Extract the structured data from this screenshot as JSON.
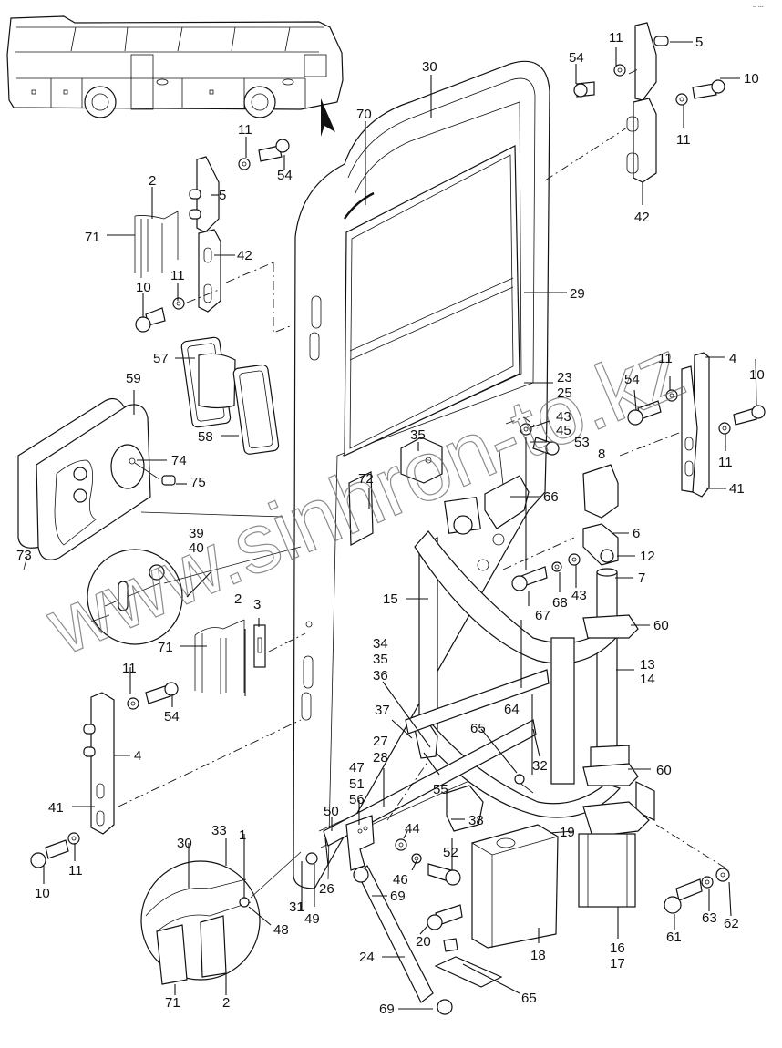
{
  "diagram": {
    "title": "Bus service door assembly — exploded parts view",
    "watermark": "www.sinhron-to.kz",
    "corner_mark": "-- ---",
    "inset": {
      "subject": "coach bus side view",
      "arrow": "door location indicator"
    },
    "callouts": [
      {
        "id": "c30a",
        "text": "30"
      },
      {
        "id": "c70",
        "text": "70"
      },
      {
        "id": "c54a",
        "text": "54"
      },
      {
        "id": "c11a",
        "text": "11"
      },
      {
        "id": "c5a",
        "text": "5"
      },
      {
        "id": "c10a",
        "text": "10"
      },
      {
        "id": "c11b",
        "text": "11"
      },
      {
        "id": "c42a",
        "text": "42"
      },
      {
        "id": "c11c",
        "text": "11"
      },
      {
        "id": "c54b",
        "text": "54"
      },
      {
        "id": "c2a",
        "text": "2"
      },
      {
        "id": "c5b",
        "text": "5"
      },
      {
        "id": "c71a",
        "text": "71"
      },
      {
        "id": "c42b",
        "text": "42"
      },
      {
        "id": "c11d",
        "text": "11"
      },
      {
        "id": "c10b",
        "text": "10"
      },
      {
        "id": "c29",
        "text": "29"
      },
      {
        "id": "c57",
        "text": "57"
      },
      {
        "id": "c58",
        "text": "58"
      },
      {
        "id": "c59",
        "text": "59"
      },
      {
        "id": "c74",
        "text": "74"
      },
      {
        "id": "c75",
        "text": "75"
      },
      {
        "id": "c73",
        "text": "73"
      },
      {
        "id": "c23",
        "text": "23"
      },
      {
        "id": "c25",
        "text": "25"
      },
      {
        "id": "c43a",
        "text": "43"
      },
      {
        "id": "c45",
        "text": "45"
      },
      {
        "id": "c53",
        "text": "53"
      },
      {
        "id": "c8",
        "text": "8"
      },
      {
        "id": "c66",
        "text": "66"
      },
      {
        "id": "c4a",
        "text": "4"
      },
      {
        "id": "c11e",
        "text": "11"
      },
      {
        "id": "c54c",
        "text": "54"
      },
      {
        "id": "c10c",
        "text": "10"
      },
      {
        "id": "c11f",
        "text": "11"
      },
      {
        "id": "c41a",
        "text": "41"
      },
      {
        "id": "c35a",
        "text": "35"
      },
      {
        "id": "c72",
        "text": "72"
      },
      {
        "id": "c6",
        "text": "6"
      },
      {
        "id": "c12",
        "text": "12"
      },
      {
        "id": "c7",
        "text": "7"
      },
      {
        "id": "c67",
        "text": "67"
      },
      {
        "id": "c68",
        "text": "68"
      },
      {
        "id": "c43b",
        "text": "43"
      },
      {
        "id": "c39",
        "text": "39"
      },
      {
        "id": "c40",
        "text": "40"
      },
      {
        "id": "c15",
        "text": "15"
      },
      {
        "id": "c60a",
        "text": "60"
      },
      {
        "id": "c13",
        "text": "13"
      },
      {
        "id": "c14",
        "text": "14"
      },
      {
        "id": "c2b",
        "text": "2"
      },
      {
        "id": "c3",
        "text": "3"
      },
      {
        "id": "c71b",
        "text": "71"
      },
      {
        "id": "c11g",
        "text": "11"
      },
      {
        "id": "c54d",
        "text": "54"
      },
      {
        "id": "c4b",
        "text": "4"
      },
      {
        "id": "c41b",
        "text": "41"
      },
      {
        "id": "c10d",
        "text": "10"
      },
      {
        "id": "c11h",
        "text": "11"
      },
      {
        "id": "c34",
        "text": "34"
      },
      {
        "id": "c35b",
        "text": "35"
      },
      {
        "id": "c36",
        "text": "36"
      },
      {
        "id": "c37",
        "text": "37"
      },
      {
        "id": "c27",
        "text": "27"
      },
      {
        "id": "c28",
        "text": "28"
      },
      {
        "id": "c64",
        "text": "64"
      },
      {
        "id": "c65a",
        "text": "65"
      },
      {
        "id": "c32",
        "text": "32"
      },
      {
        "id": "c55",
        "text": "55"
      },
      {
        "id": "c60b",
        "text": "60"
      },
      {
        "id": "c47",
        "text": "47"
      },
      {
        "id": "c51",
        "text": "51"
      },
      {
        "id": "c56",
        "text": "56"
      },
      {
        "id": "c50",
        "text": "50"
      },
      {
        "id": "c38",
        "text": "38"
      },
      {
        "id": "c19",
        "text": "19"
      },
      {
        "id": "c44",
        "text": "44"
      },
      {
        "id": "c46",
        "text": "46"
      },
      {
        "id": "c52",
        "text": "52"
      },
      {
        "id": "c30b",
        "text": "30"
      },
      {
        "id": "c33",
        "text": "33"
      },
      {
        "id": "c1",
        "text": "1"
      },
      {
        "id": "c48",
        "text": "48"
      },
      {
        "id": "c31",
        "text": "31"
      },
      {
        "id": "c49",
        "text": "49"
      },
      {
        "id": "c26",
        "text": "26"
      },
      {
        "id": "c69a",
        "text": "69"
      },
      {
        "id": "c20",
        "text": "20"
      },
      {
        "id": "c24",
        "text": "24"
      },
      {
        "id": "c18",
        "text": "18"
      },
      {
        "id": "c65b",
        "text": "65"
      },
      {
        "id": "c69b",
        "text": "69"
      },
      {
        "id": "c71c",
        "text": "71"
      },
      {
        "id": "c2c",
        "text": "2"
      },
      {
        "id": "c16",
        "text": "16"
      },
      {
        "id": "c17",
        "text": "17"
      },
      {
        "id": "c61",
        "text": "61"
      },
      {
        "id": "c63",
        "text": "63"
      },
      {
        "id": "c62",
        "text": "62"
      }
    ]
  }
}
